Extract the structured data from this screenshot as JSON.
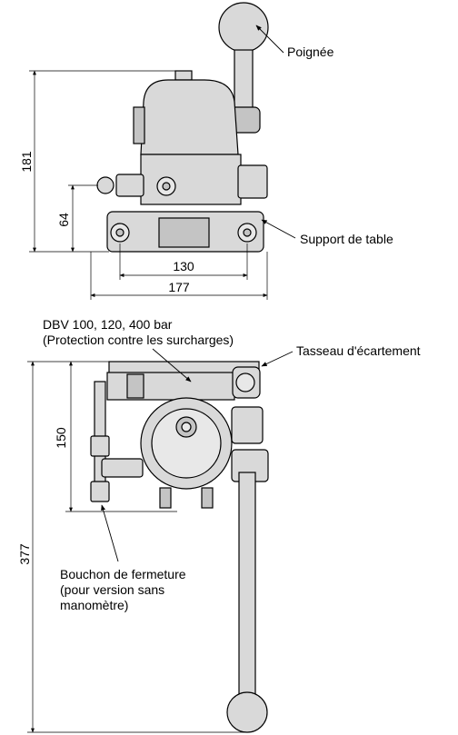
{
  "labels": {
    "handle": "Poignée",
    "table_support": "Support de table",
    "relief_valve_line1": "DBV 100, 120, 400 bar",
    "relief_valve_line2": "(Protection contre les surcharges)",
    "spacer": "Tasseau d'écartement",
    "plug_line1": "Bouchon de fermeture",
    "plug_line2": "(pour version sans",
    "plug_line3": "manomètre)"
  },
  "dimensions": {
    "total_height_top": "181",
    "mount_height": "64",
    "hole_spacing": "130",
    "base_width": "177",
    "plan_depth": "150",
    "handle_length": "377"
  },
  "colors": {
    "body": "#d9d9d9",
    "outline": "#000000"
  }
}
